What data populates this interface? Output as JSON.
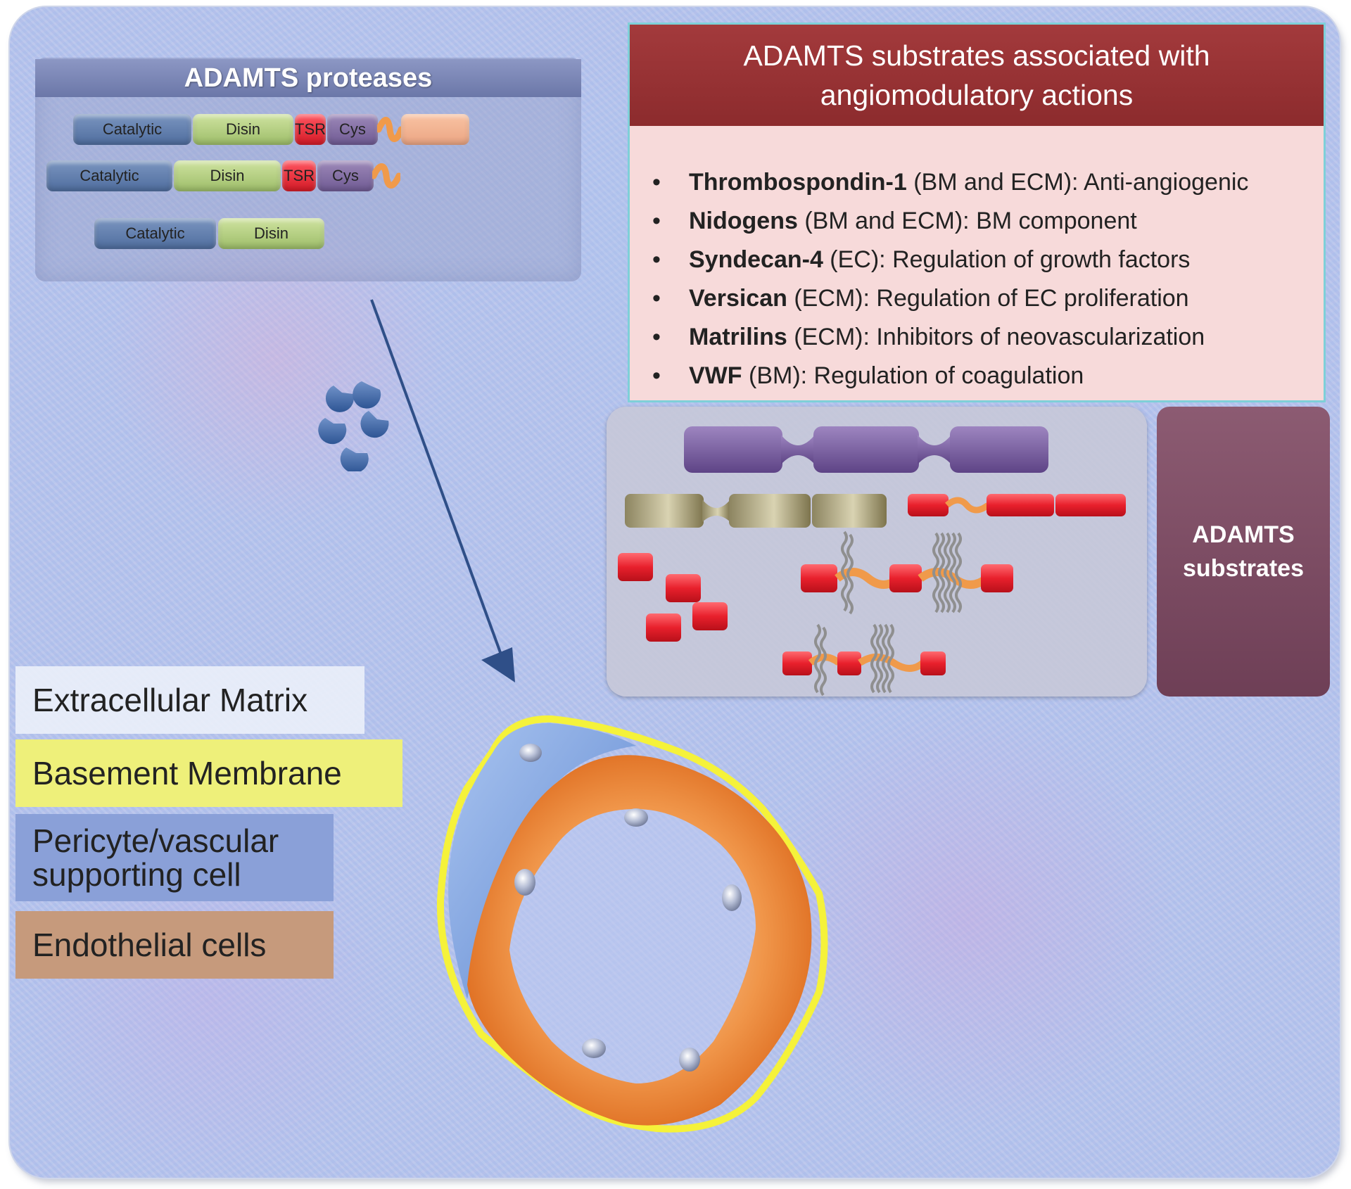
{
  "proteases": {
    "title": "ADAMTS proteases",
    "rows": [
      {
        "catalytic": "Catalytic",
        "disin": "Disin",
        "tsr": "TSR",
        "cys": "Cys"
      },
      {
        "catalytic": "Catalytic",
        "disin": "Disin",
        "tsr": "TSR",
        "cys": "Cys"
      },
      {
        "catalytic": "Catalytic",
        "disin": "Disin"
      }
    ]
  },
  "substrates": {
    "header_line1": "ADAMTS substrates associated with",
    "header_line2": "angiomodulatory actions",
    "items": [
      {
        "name": "Thrombospondin-1",
        "detail": " (BM and ECM): Anti-angiogenic"
      },
      {
        "name": "Nidogens",
        "detail": " (BM and ECM): BM component"
      },
      {
        "name": "Syndecan-4",
        "detail": " (EC): Regulation of growth factors"
      },
      {
        "name": "Versican",
        "detail": " (ECM): Regulation of EC proliferation"
      },
      {
        "name": "Matrilins",
        "detail": " (ECM): Inhibitors of neovascularization"
      },
      {
        "name": "VWF",
        "detail": " (BM): Regulation of coagulation"
      }
    ],
    "panel_label_line1": "ADAMTS",
    "panel_label_line2": "substrates"
  },
  "legend": {
    "ecm": "Extracellular Matrix",
    "bm": "Basement Membrane",
    "pericyte_line1": "Pericyte/vascular",
    "pericyte_line2": "supporting cell",
    "endothelial": "Endothelial cells"
  },
  "colors": {
    "ecm": "#b4c3ec",
    "basement_membrane": "#f5f23a",
    "pericyte": "#7aa0e0",
    "endothelial": "#e8782a",
    "header_red": "#98322f"
  },
  "icons": {
    "protease_fragments": "pacman-fragments-icon",
    "arrow": "arrow-down-right-icon"
  }
}
